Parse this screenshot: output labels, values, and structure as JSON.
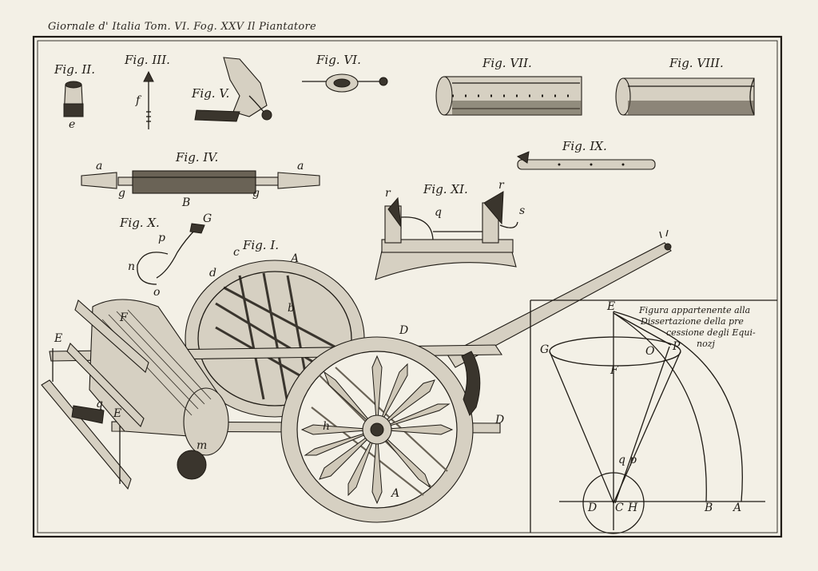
{
  "header": "Giornale d' Italia Tom. VI. Fog. XXV Il Piantatore",
  "figures": {
    "fig_i": "Fig. I.",
    "fig_ii": "Fig. II.",
    "fig_iii": "Fig. III.",
    "fig_iv": "Fig. IV.",
    "fig_v": "Fig. V.",
    "fig_vi": "Fig. VI.",
    "fig_vii": "Fig. VII.",
    "fig_viii": "Fig. VIII.",
    "fig_ix": "Fig. IX.",
    "fig_x": "Fig. X.",
    "fig_xi": "Fig. XI."
  },
  "letters": {
    "e": "e",
    "f": "f",
    "a": "a",
    "g": "g",
    "B": "B",
    "G": "G",
    "p": "p",
    "n": "n",
    "o": "o",
    "r": "r",
    "q": "q",
    "s": "s",
    "c": "c",
    "d": "d",
    "A": "A",
    "b": "b",
    "F": "F",
    "E": "E",
    "D": "D",
    "m": "m",
    "h": "h"
  },
  "caption": {
    "line1": "Figura appartenente alla",
    "line2": "Dissertazione della pre",
    "line3": "cessione degli Equi-",
    "line4": "nozj"
  },
  "geometry": {
    "E": "E",
    "G": "G",
    "O": "O",
    "P": "P",
    "F": "F",
    "q": "q",
    "p": "p",
    "D": "D",
    "C": "C",
    "H": "H",
    "B": "B",
    "A": "A"
  }
}
